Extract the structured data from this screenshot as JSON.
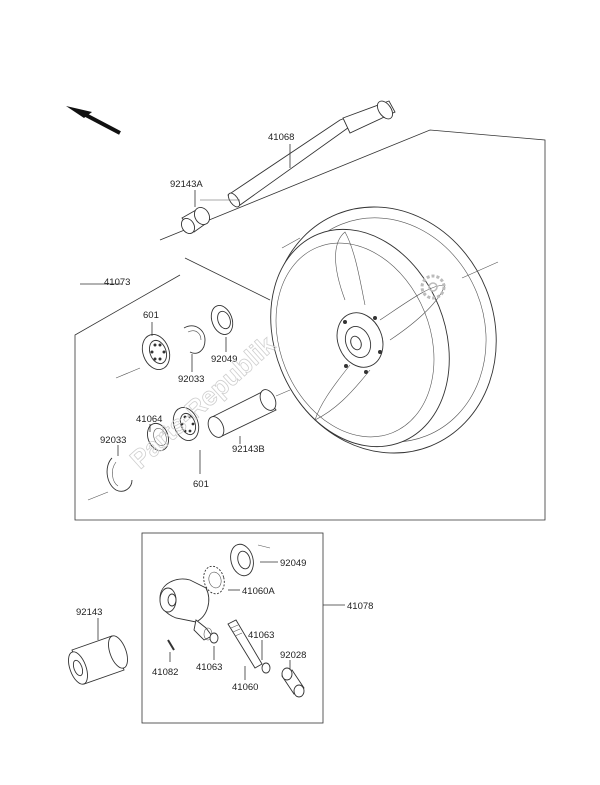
{
  "labels": {
    "axle": "41068",
    "collar_top": "92143A",
    "bearing_kit": "41073",
    "bearing_left_top": "601",
    "seal_top": "92049",
    "circlip_top": "92033",
    "spacer": "92143B",
    "hub_collar": "41064",
    "circlip_bottom": "92033",
    "bearing_bottom": "601",
    "seal_box": "92049",
    "gear": "41060A",
    "meter_gear_assy": "41078",
    "collar_bottom": "92143",
    "pin": "41082",
    "washer_a": "41063",
    "washer_b": "41063",
    "pinion": "41060",
    "bushing": "92028"
  },
  "watermark": "Parts-Republik",
  "icons": {
    "direction": "front-direction-arrow-icon",
    "gear_logo": "gear-logo-icon"
  }
}
